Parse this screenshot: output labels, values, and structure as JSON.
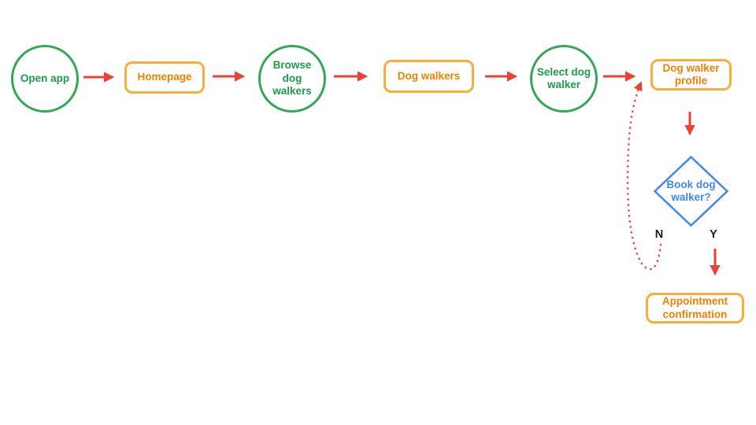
{
  "colors": {
    "red": "#EA4335",
    "green": "#34A853",
    "green_text": "#1E9C4A",
    "orange": "#FAAC3D",
    "orange_text": "#EE8100",
    "blue": "#4285F4",
    "branch_label": "#1A1A1A",
    "background": "#FFFFFF"
  },
  "flow": {
    "nodes": {
      "open_app": {
        "label": "Open app",
        "shape": "circle"
      },
      "homepage": {
        "label": "Homepage",
        "shape": "rounded-rect"
      },
      "browse_dog_walkers": {
        "label": "Browse dog walkers",
        "shape": "circle"
      },
      "dog_walkers": {
        "label": "Dog walkers",
        "shape": "rounded-rect"
      },
      "select_dog_walker": {
        "label": "Select dog walker",
        "shape": "circle"
      },
      "dog_walker_profile": {
        "label": "Dog walker profile",
        "shape": "rounded-rect"
      },
      "book_dog_walker": {
        "label": "Book dog walker?",
        "shape": "diamond"
      },
      "appointment_confirmation": {
        "label": "Appointment confirmation",
        "shape": "rounded-rect"
      }
    },
    "branch_labels": {
      "no": "N",
      "yes": "Y"
    },
    "edges": [
      {
        "from": "open_app",
        "to": "homepage",
        "style": "solid-arrow"
      },
      {
        "from": "homepage",
        "to": "browse_dog_walkers",
        "style": "solid-arrow"
      },
      {
        "from": "browse_dog_walkers",
        "to": "dog_walkers",
        "style": "solid-arrow"
      },
      {
        "from": "dog_walkers",
        "to": "select_dog_walker",
        "style": "solid-arrow"
      },
      {
        "from": "select_dog_walker",
        "to": "dog_walker_profile",
        "style": "solid-arrow"
      },
      {
        "from": "dog_walker_profile",
        "to": "book_dog_walker",
        "style": "solid-arrow"
      },
      {
        "from": "book_dog_walker",
        "to": "appointment_confirmation",
        "label": "Y",
        "style": "solid-arrow"
      },
      {
        "from": "book_dog_walker",
        "to": "dog_walker_profile",
        "label": "N",
        "style": "dotted-arrow"
      }
    ]
  }
}
